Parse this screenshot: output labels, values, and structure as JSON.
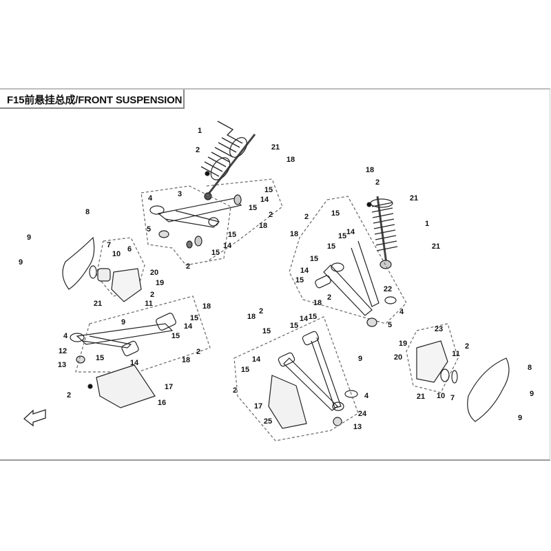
{
  "title": "F15前悬挂总成/FRONT SUSPENSION",
  "callouts": [
    "1",
    "2",
    "21",
    "18",
    "15",
    "14",
    "15",
    "2",
    "18",
    "15",
    "14",
    "15",
    "2",
    "3",
    "4",
    "5",
    "8",
    "9",
    "9",
    "7",
    "10",
    "6",
    "20",
    "19",
    "2",
    "11",
    "21",
    "18",
    "15",
    "14",
    "15",
    "18",
    "2",
    "9",
    "4",
    "12",
    "13",
    "15",
    "14",
    "17",
    "2",
    "16",
    "18",
    "2",
    "21",
    "1",
    "21",
    "2",
    "18",
    "15",
    "14",
    "15",
    "15",
    "15",
    "14",
    "15",
    "2",
    "22",
    "4",
    "5",
    "18",
    "15",
    "14",
    "15",
    "2",
    "18",
    "15",
    "9",
    "14",
    "15",
    "2",
    "17",
    "25",
    "4",
    "24",
    "13",
    "23",
    "19",
    "2",
    "11",
    "20",
    "8",
    "21",
    "10",
    "7",
    "9",
    "9"
  ],
  "icons": {
    "direction": "front-direction-arrow-icon"
  }
}
